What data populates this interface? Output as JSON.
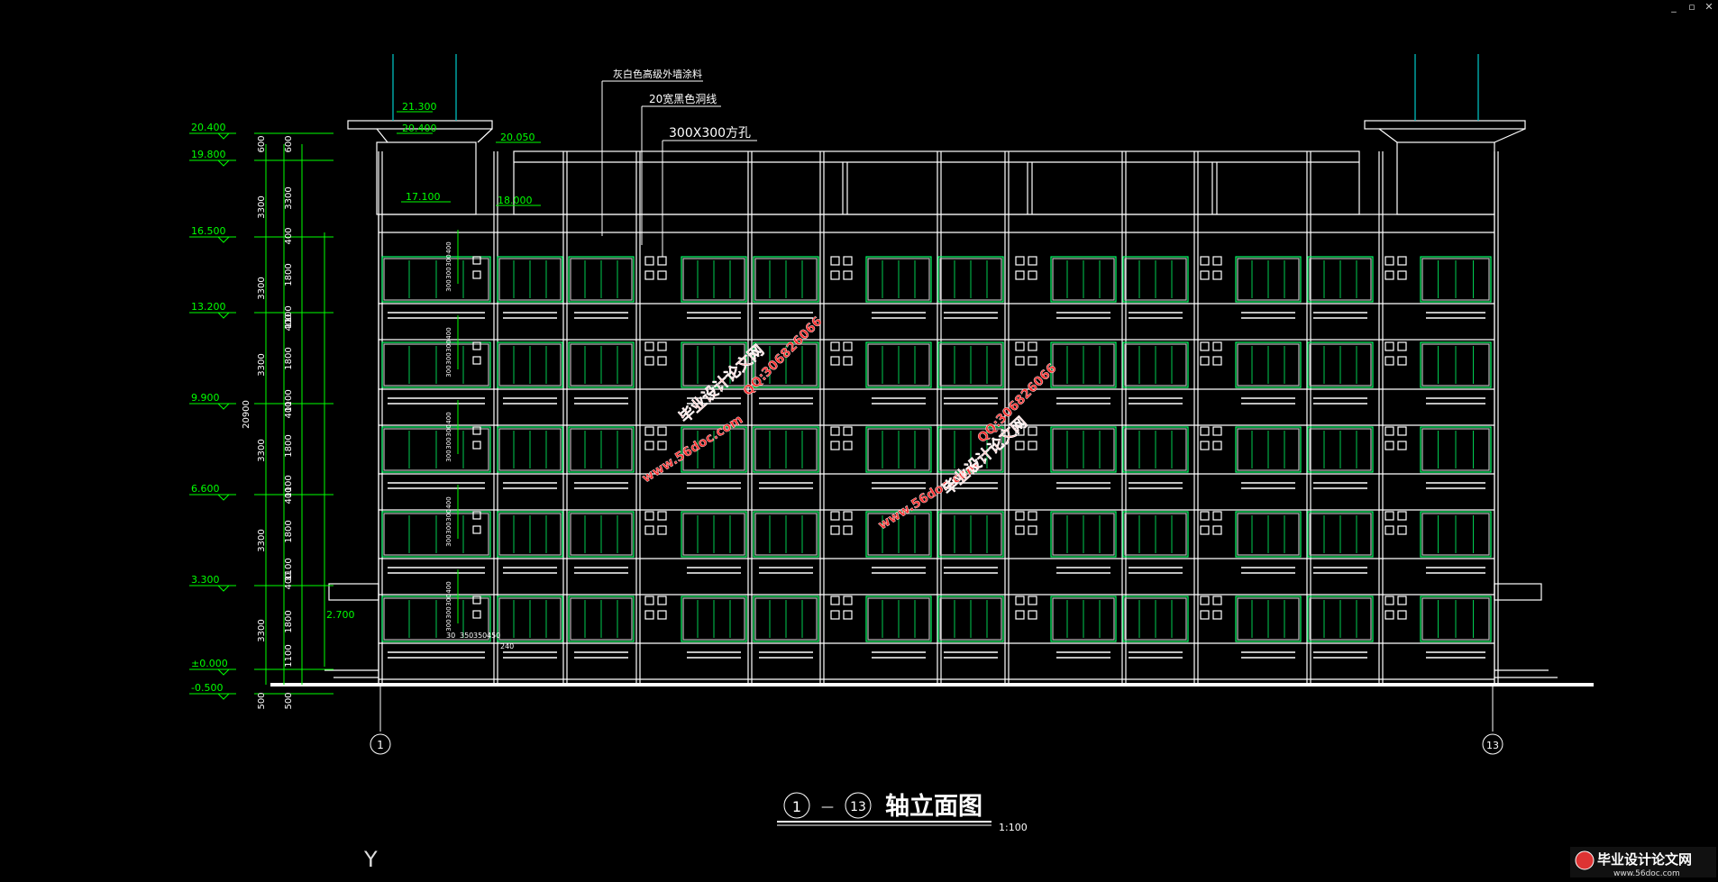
{
  "window": {
    "min_icon": "minimize-icon",
    "restore_icon": "restore-icon",
    "close_icon": "close-icon"
  },
  "drawing": {
    "title_left_circle": "1",
    "title_dash": "—",
    "title_right_circle": "13",
    "title_text": "轴立面图",
    "scale": "1:100",
    "axis_left": "1",
    "axis_right": "13",
    "ucs_label": "Y"
  },
  "notes": {
    "coating": "灰白色高级外墙涂料",
    "band": "20宽黑色洞线",
    "hole": "300X300方孔"
  },
  "elevations": [
    {
      "label": "20.400"
    },
    {
      "label": "19.800"
    },
    {
      "label": "16.500"
    },
    {
      "label": "13.200"
    },
    {
      "label": "9.900"
    },
    {
      "label": "6.600"
    },
    {
      "label": "3.300"
    },
    {
      "label": "±0.000"
    },
    {
      "label": "-0.500"
    }
  ],
  "inner_elevations": {
    "tower_top": "21.300",
    "tower_mid": "20.400",
    "parapet": "20.050",
    "roof_left": "17.100",
    "roof_mid": "18.000",
    "canopy": "2.700"
  },
  "dims_outer": [
    "600",
    "3300",
    "3300",
    "3300",
    "3300",
    "3300",
    "3300",
    "500"
  ],
  "dims_total": "20900",
  "dims_inner": [
    "600",
    "3300",
    "400",
    "1800",
    "1100",
    "400",
    "1800",
    "1100",
    "400",
    "1800",
    "1100",
    "400",
    "1800",
    "1100",
    "400",
    "1800",
    "1100",
    "500"
  ],
  "window_small_dims": [
    "400",
    "300",
    "300",
    "300"
  ],
  "bottom_small_dims": [
    "30",
    "350",
    "350",
    "450",
    "240"
  ],
  "watermarks": {
    "site": "www.56doc.com",
    "name": "毕业设计论文网",
    "qq": "QQ:306826066"
  },
  "logo": {
    "name": "毕业设计论文网",
    "url": "www.56doc.com"
  },
  "colors": {
    "background": "#000000",
    "lines": "#ffffff",
    "dimension": "#00ff00",
    "windows": "#00ff66",
    "rod": "#00cccc",
    "watermark": "#ff3030"
  }
}
